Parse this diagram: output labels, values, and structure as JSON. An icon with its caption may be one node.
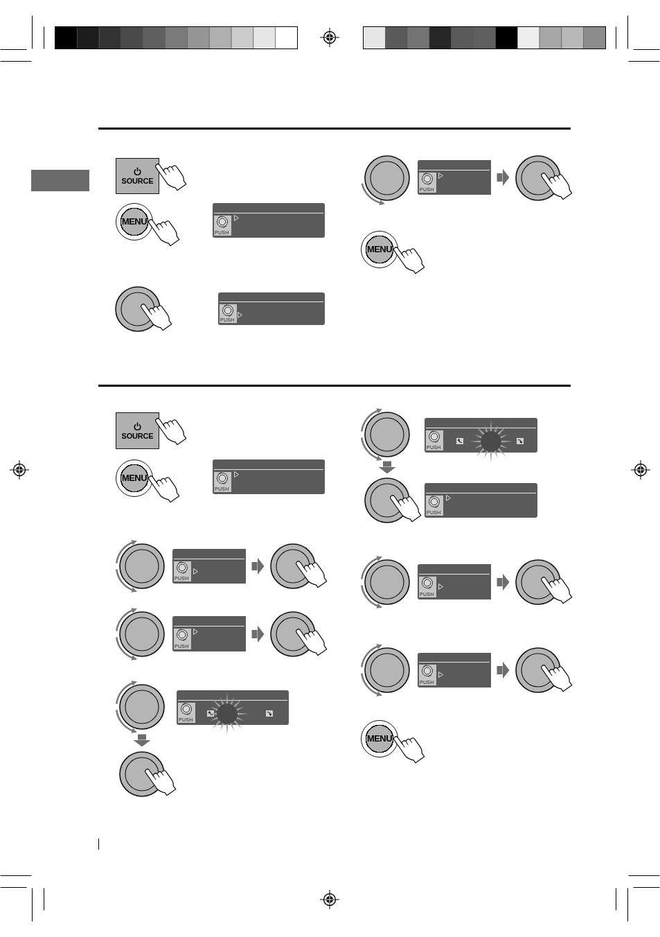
{
  "diagram": {
    "nodes": [
      {
        "text": [],
        "shape": "bar"
      },
      {
        "text": [
          "SOURCE"
        ]
      },
      {
        "text": [
          "MENU"
        ]
      },
      {
        "text": [
          "PUSH"
        ]
      },
      {
        "text": [],
        "shape": "circle"
      },
      {
        "text": [
          "PUSH"
        ]
      },
      {
        "text": [],
        "shape": "circle"
      },
      {
        "text": [
          "PUSH"
        ]
      },
      {
        "text": [],
        "shape": "circle"
      },
      {
        "text": [
          "MENU"
        ]
      },
      {
        "text": [
          "SOURCE"
        ]
      },
      {
        "text": [
          "MENU"
        ]
      },
      {
        "text": [
          "PUSH"
        ]
      },
      {
        "text": [],
        "shape": "circle"
      },
      {
        "text": [
          "PUSH"
        ]
      },
      {
        "text": [],
        "shape": "circle"
      },
      {
        "text": [],
        "shape": "circle"
      },
      {
        "text": [
          "PUSH"
        ]
      },
      {
        "text": [],
        "shape": "circle"
      },
      {
        "text": [],
        "shape": "circle"
      },
      {
        "text": [
          "PUSH"
        ]
      },
      {
        "text": [],
        "shape": "circle"
      },
      {
        "text": [],
        "shape": "circle"
      },
      {
        "text": [
          "PUSH"
        ]
      },
      {
        "text": [],
        "shape": "circle"
      },
      {
        "text": [
          "PUSH"
        ]
      },
      {
        "text": [],
        "shape": "circle"
      },
      {
        "text": [
          "PUSH"
        ]
      },
      {
        "text": [],
        "shape": "circle"
      },
      {
        "text": [],
        "shape": "circle"
      },
      {
        "text": [
          "PUSH"
        ]
      },
      {
        "text": [],
        "shape": "circle"
      },
      {
        "text": [
          "MENU"
        ]
      }
    ],
    "edges": [
      {
        "from": 7,
        "to": 8,
        "arrow": "to"
      },
      {
        "from": 14,
        "to": 15,
        "arrow": "to"
      },
      {
        "from": 17,
        "to": 18,
        "arrow": "to"
      },
      {
        "from": 19,
        "to": 21,
        "arrow": "to"
      },
      {
        "from": 22,
        "to": 24,
        "arrow": "to"
      },
      {
        "from": 27,
        "to": 28,
        "arrow": "to"
      },
      {
        "from": 30,
        "to": 31,
        "arrow": "to"
      }
    ]
  }
}
